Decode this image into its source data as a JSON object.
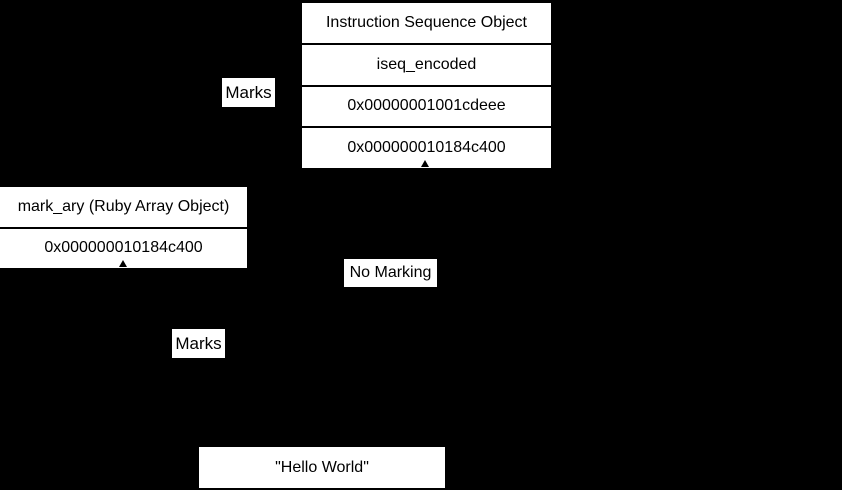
{
  "diagram": {
    "colors": {
      "background": "#000000",
      "box_fill": "#ffffff",
      "box_text": "#000000",
      "divider": "#000000",
      "arrow": "#000000"
    },
    "iseq_box": {
      "rows": [
        "Instruction Sequence Object",
        "iseq_encoded",
        "0x00000001001cdeee",
        "0x000000010184c400"
      ]
    },
    "mark_ary_box": {
      "rows": [
        "mark_ary (Ruby Array Object)",
        "0x000000010184c400"
      ]
    },
    "hello_box": {
      "label": "\"Hello World\""
    },
    "labels": {
      "marks_top": "Marks",
      "no_marking": "No Marking",
      "marks_bottom": "Marks"
    },
    "arrows": [
      {
        "name": "marks-arrow-top",
        "label": "Marks",
        "target": "iseq-box",
        "color": "#000000"
      },
      {
        "name": "no-marking-arrow",
        "label": "No Marking",
        "target": "iseq-box-bottom",
        "color": "#000000"
      },
      {
        "name": "marks-arrow-bottom",
        "label": "Marks",
        "target": "mark-ary-box-bottom",
        "color": "#000000"
      }
    ]
  }
}
